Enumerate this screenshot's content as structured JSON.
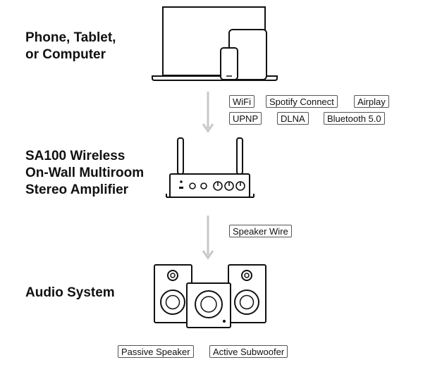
{
  "sources": {
    "line1": "Phone, Tablet,",
    "line2": "or Computer"
  },
  "amplifier": {
    "line1": "SA100 Wireless",
    "line2": "On-Wall Multiroom",
    "line3": "Stereo Amplifier"
  },
  "audio": {
    "label": "Audio System"
  },
  "connections": {
    "wireless": [
      "WiFi",
      "Spotify Connect",
      "Airplay",
      "UPNP",
      "DLNA",
      "Bluetooth 5.0"
    ],
    "wired": "Speaker Wire"
  },
  "speakers": {
    "passive": "Passive Speaker",
    "subwoofer": "Active Subwoofer"
  },
  "colors": {
    "arrow": "#c8c8c8",
    "line": "#111111"
  }
}
